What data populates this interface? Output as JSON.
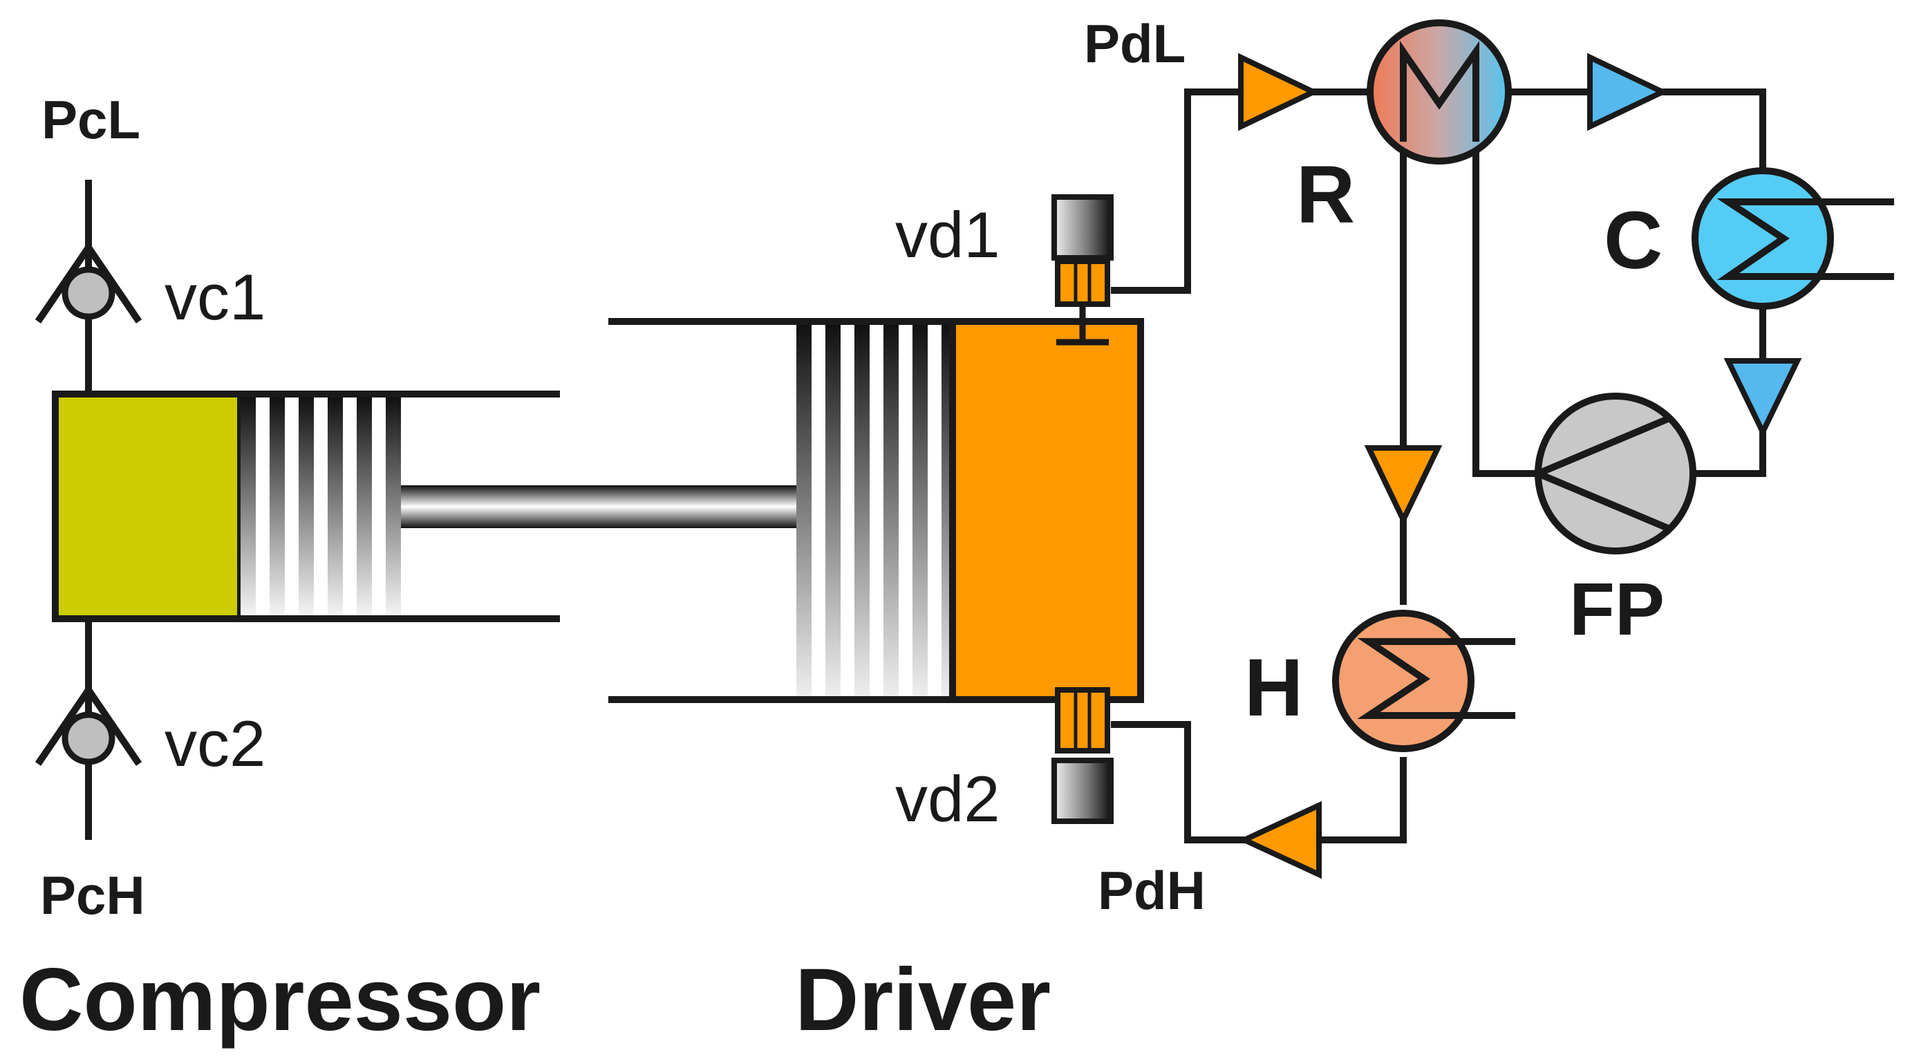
{
  "labels": {
    "pcl": "PcL",
    "pch": "PcH",
    "vc1": "vc1",
    "vc2": "vc2",
    "vd1": "vd1",
    "vd2": "vd2",
    "pdl": "PdL",
    "pdh": "PdH",
    "r": "R",
    "c": "C",
    "h": "H",
    "fp": "FP",
    "compressor": "Compressor",
    "driver": "Driver"
  },
  "colors": {
    "compressor_chamber": "#cccc00",
    "driver_chamber": "#ff9900",
    "flow_orange": "#ff9900",
    "flow_blue": "#55b8ee",
    "cooler": "#55ccf5",
    "heater": "#f4a070",
    "valve_grey": "#c0c0c0",
    "pump_grey": "#c8c8c8",
    "line": "#1a1a1a"
  }
}
